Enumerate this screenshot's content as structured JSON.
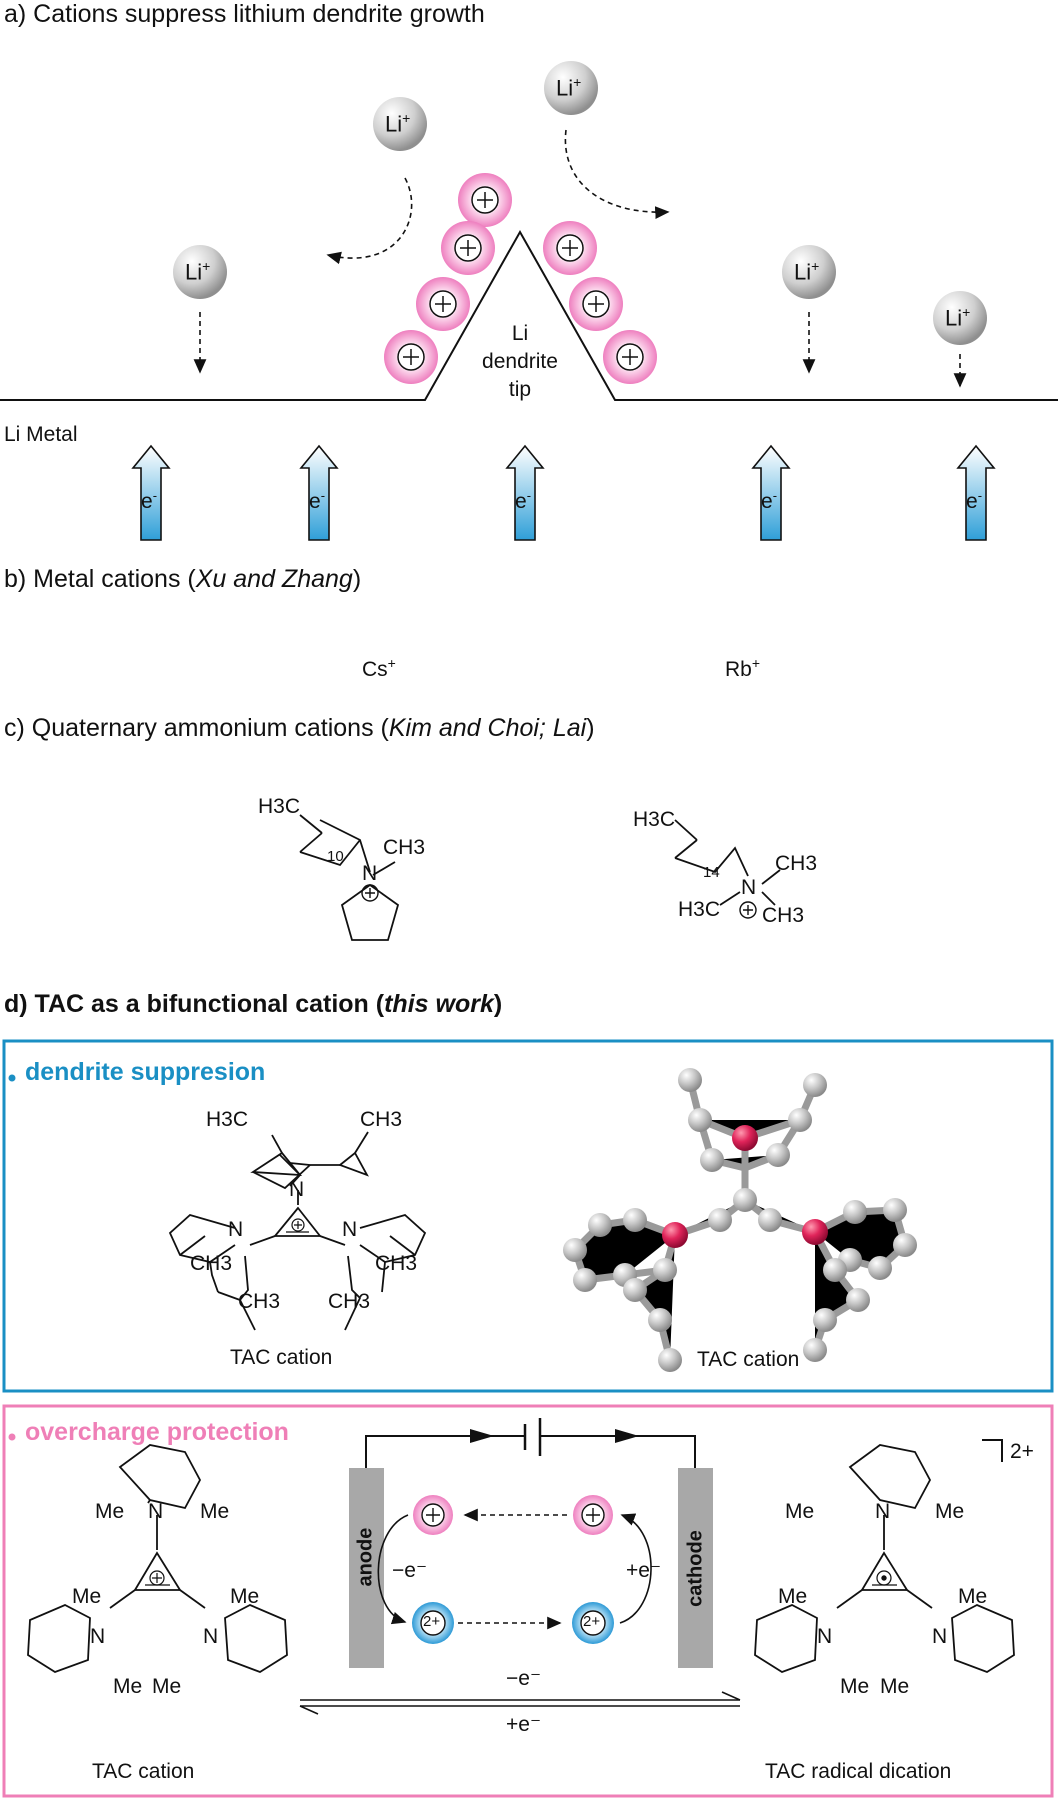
{
  "panel_a": {
    "title": "a) Cations suppress lithium dendrite growth",
    "li_ion": "Li",
    "li_charge": "+",
    "dendrite_label": [
      "Li",
      "dendrite",
      "tip"
    ],
    "metal_label": "Li Metal",
    "electron": "e",
    "electron_sup": "-"
  },
  "panel_b": {
    "title_prefix": "b) Metal cations (",
    "title_italic": "Xu and Zhang",
    "title_suffix": ")",
    "cations": [
      "Cs",
      "Rb"
    ],
    "charge": "+"
  },
  "panel_c": {
    "title_prefix": "c) Quaternary ammonium cations (",
    "title_italic": "Kim and Choi; Lai",
    "title_suffix": ")",
    "mol1": {
      "h3c": "H3C",
      "n": "N",
      "ch3": "CH3",
      "sub": "10"
    },
    "mol2": {
      "h3c": "H3C",
      "n": "N",
      "ch3a": "CH3",
      "h3c2": "H3C",
      "ch3b": "CH3",
      "sub": "14"
    }
  },
  "panel_d": {
    "title_prefix": "d) TAC as a bifunctional cation (",
    "title_italic": "this work",
    "title_suffix": ")",
    "box1": {
      "heading": "dendrite suppresion",
      "caption_left": "TAC cation",
      "caption_right": "TAC cation",
      "labels": {
        "h3c": "H3C",
        "ch3": "CH3",
        "n": "N"
      }
    },
    "box2": {
      "heading": "overcharge protection",
      "anode": "anode",
      "cathode": "cathode",
      "minus_e": "−e⁻",
      "plus_e": "+e⁻",
      "charge_2plus": "2+",
      "bracket_charge": "2+",
      "me": "Me",
      "n": "N",
      "caption_left": "TAC cation",
      "caption_right": "TAC radical dication",
      "eq_top": "−e⁻",
      "eq_bottom": "+e⁻"
    },
    "colors": {
      "blue_box": "#1a8fc4",
      "pink_box": "#ef7fb7",
      "pink_ion": "#f28dc6",
      "blue_ion": "#3aa6dc",
      "red_atom": "#d6174f"
    }
  }
}
